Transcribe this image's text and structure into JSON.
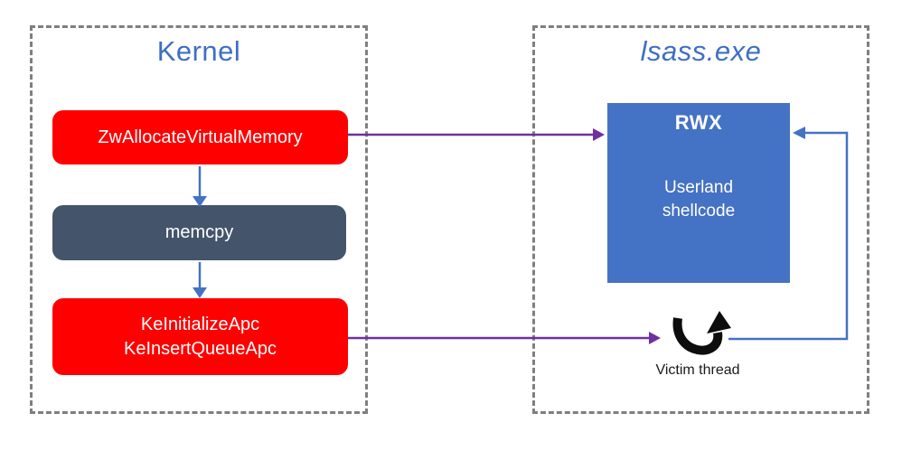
{
  "diagram": {
    "kernel_panel": {
      "title": "Kernel",
      "nodes": {
        "alloc": {
          "label": "ZwAllocateVirtualMemory"
        },
        "memcpy": {
          "label": "memcpy"
        },
        "apc": {
          "lines": [
            "KeInitializeApc",
            "KeInsertQueueApc"
          ]
        }
      }
    },
    "lsass_panel": {
      "title": "lsass.exe",
      "rwx_box": {
        "title": "RWX",
        "lines": [
          "Userland",
          "shellcode"
        ]
      },
      "victim": {
        "label": "Victim thread"
      }
    },
    "icons": {
      "victim_thread": "u-turn-arrow-icon"
    },
    "colors": {
      "node_red": "#fe0000",
      "node_dark_slate": "#44546a",
      "node_blue": "#4472c4",
      "arrow_blue": "#4472c4",
      "arrow_purple": "#7030a0",
      "panel_title_blue": "#3e6fc4",
      "panel_border_gray": "#7f7f7f",
      "victim_icon_black": "#0d0d0d",
      "victim_label_color": "#1a1a1a"
    }
  }
}
